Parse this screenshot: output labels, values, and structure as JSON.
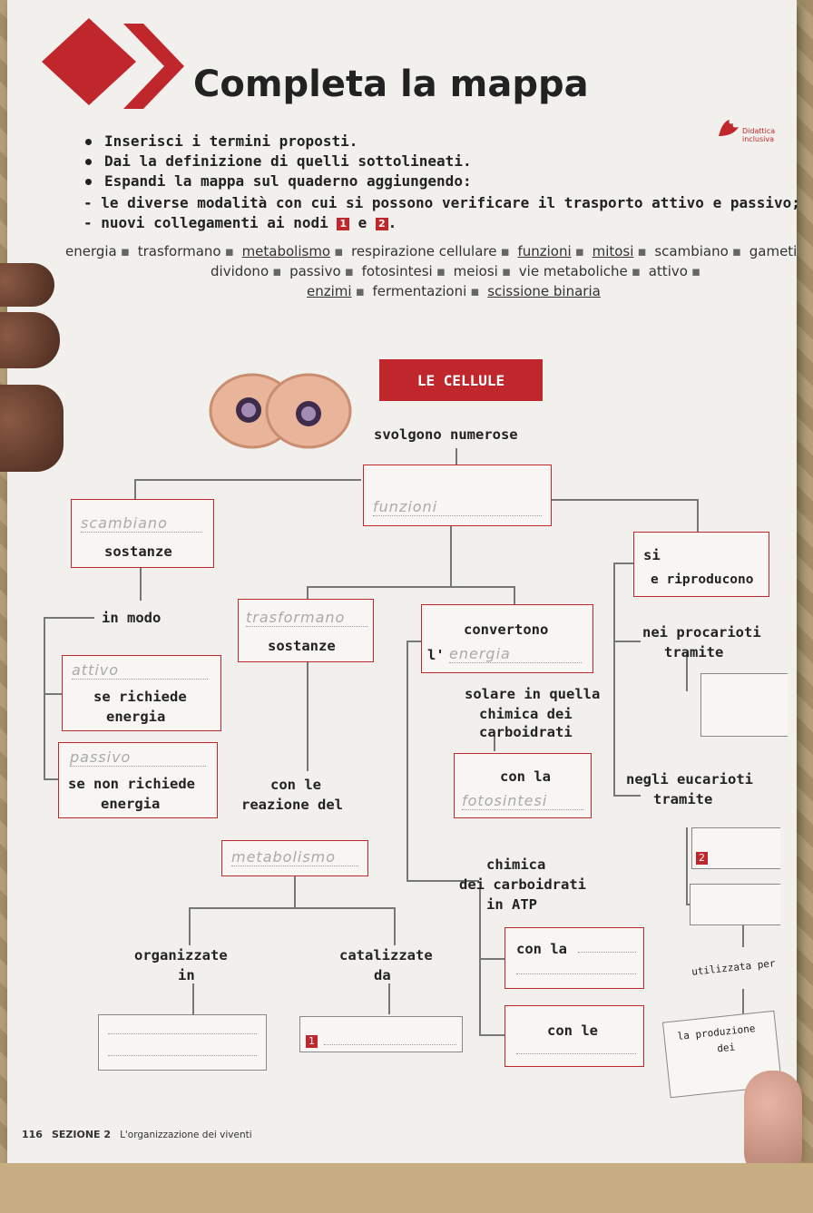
{
  "title": "Completa la mappa",
  "logo_text": "Didattica inclusiva",
  "instructions": [
    "Inserisci i termini proposti.",
    "Dai la definizione di quelli sottolineati.",
    "Espandi la mappa sul quaderno aggiungendo:"
  ],
  "sub_instructions": [
    "- le diverse modalità con cui si possono verificare il trasporto attivo e passivo;",
    "- nuovi collegamenti ai nodi"
  ],
  "node_refs": {
    "a": "1",
    "and": "e",
    "b": "2",
    "end": "."
  },
  "terms": {
    "row1": [
      "energia",
      "trasformano",
      "metabolismo",
      "respirazione cellulare",
      "funzioni",
      "mitosi",
      "scambiano",
      "gameti"
    ],
    "row2": [
      "dividono",
      "passivo",
      "fotosintesi",
      "meiosi",
      "vie metaboliche",
      "attivo"
    ],
    "row3": [
      "enzimi",
      "fermentazioni",
      "scissione binaria"
    ]
  },
  "map": {
    "root": "LE CELLULE",
    "svolgono": "svolgono numerose",
    "funzioni_answer": "funzioni",
    "scambiano_answer": "scambiano",
    "sostanze_1": "sostanze",
    "si": "si",
    "riproducono": "e riproducono",
    "in_modo": "in modo",
    "trasformano_answer": "trasformano",
    "sostanze_2": "sostanze",
    "convertono": "convertono",
    "l_prefix": "l'",
    "energia_answer": "energia",
    "solare_1": "solare in quella",
    "solare_2": "chimica dei",
    "solare_3": "carboidrati",
    "procarioti": "nei procarioti",
    "tramite_1": "tramite",
    "attivo_answer": "attivo",
    "se_richiede_1": "se richiede",
    "se_richiede_2": "energia",
    "passivo_answer": "passivo",
    "se_non_1": "se non richiede",
    "se_non_2": "energia",
    "con_le_1": "con le",
    "reazione_del": "reazione del",
    "con_la_1": "con la",
    "fotosintesi_answer": "fotosintesi",
    "eucarioti": "negli eucarioti",
    "tramite_2": "tramite",
    "metabolismo_answer": "metabolismo",
    "chimica_1": "chimica",
    "chimica_2": "dei carboidrati",
    "chimica_3": "in ATP",
    "organizzate_1": "organizzate",
    "organizzate_2": "in",
    "catalizzate_1": "catalizzate",
    "catalizzate_2": "da",
    "con_la_2": "con la",
    "con_le_2": "con le",
    "utilizzata": "utilizzata per",
    "produzione_1": "la produzione",
    "produzione_2": "dei",
    "node1": "1",
    "node2": "2"
  },
  "footer": {
    "page": "116",
    "section": "SEZIONE 2",
    "subtitle": "L'organizzazione dei viventi"
  },
  "colors": {
    "accent": "#c0272d"
  }
}
